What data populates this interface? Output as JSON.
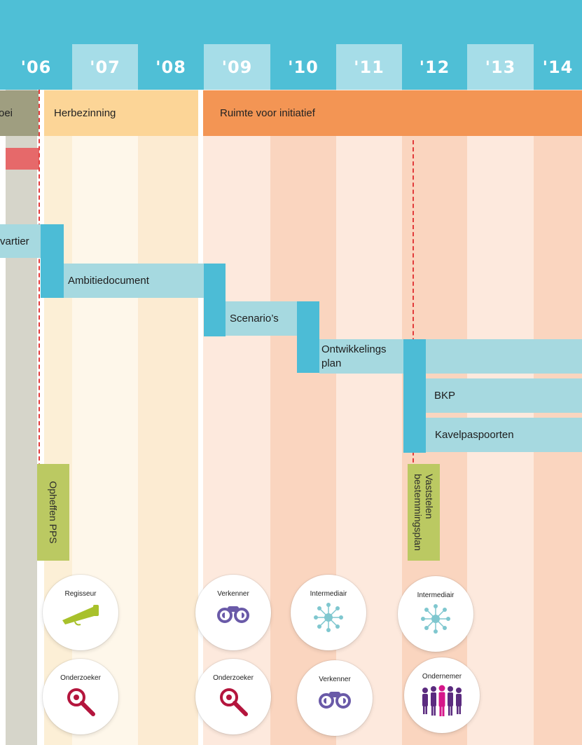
{
  "years": [
    "'06",
    "'07",
    "'08",
    "'09",
    "'10",
    "'11",
    "'12",
    "'13",
    "'14"
  ],
  "phases": {
    "left_partial": "oei",
    "herbezinning": "Herbezinning",
    "ruimte": "Ruimte voor initiatief"
  },
  "bars": {
    "kwartier": "vartier",
    "ambitiedocument": "Ambitiedocument",
    "scenarios": "Scenario’s",
    "ontwikkelingsplan_line1": "Ontwikkelings",
    "ontwikkelingsplan_line2": "plan",
    "bkp": "BKP",
    "kavelpaspoorten": "Kavelpaspoorten"
  },
  "milestones": {
    "opheffen_pps": "Opheffen PPS",
    "vaststelen_line1": "Vaststelen",
    "vaststelen_line2": "bestemmingsplan"
  },
  "roles": {
    "regisseur": "Regisseur",
    "onderzoeker_1": "Onderzoeker",
    "verkenner_1": "Verkenner",
    "onderzoeker_2": "Onderzoeker",
    "intermediair_1": "Intermediair",
    "verkenner_2": "Verkenner",
    "intermediair_2": "Intermediair",
    "ondernemer": "Ondernemer"
  },
  "colors": {
    "header": "#4fbfd6",
    "year_light": "#a6dde8",
    "phase_olive": "#9f9e80",
    "phase_herbezinning": "#fcd597",
    "phase_ruimte": "#f39554",
    "bar": "#a6d9e0",
    "bar_cap": "#4cbcd6",
    "milestone": "#bbc962",
    "deadline": "#e23b3b",
    "red_block": "#e6696a"
  }
}
